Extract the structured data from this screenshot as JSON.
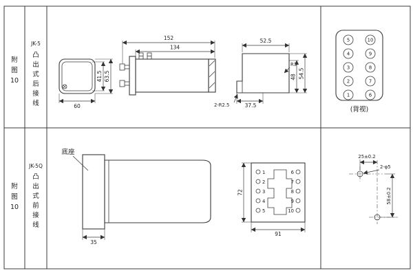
{
  "sidebar": {
    "fig1": [
      "附",
      "图",
      "10"
    ],
    "fig2": [
      "附",
      "图",
      "10"
    ],
    "model1": [
      "JK-5",
      "凸",
      "出",
      "式",
      "后",
      "接",
      "线"
    ],
    "model2": [
      "JK-5Q",
      "凸",
      "出",
      "式",
      "前",
      "接",
      "线"
    ]
  },
  "top": {
    "front": {
      "w": "60",
      "h_inner": "41.5",
      "h_outer": "63.5"
    },
    "side": {
      "l1": "152",
      "l2": "134"
    },
    "profile": {
      "w": "52.5",
      "r": "R3",
      "h1": "48",
      "h2": "54.5",
      "note": "2-R2.5",
      "w2": "37.5"
    },
    "terminals": {
      "left": [
        "5",
        "4",
        "3",
        "2",
        "1"
      ],
      "right": [
        "10",
        "9",
        "8",
        "7",
        "6"
      ],
      "caption": "(背视)"
    }
  },
  "bottom": {
    "base": {
      "label": "底座",
      "depth": "35"
    },
    "panel": {
      "h": "72",
      "w": "91",
      "left": [
        "1",
        "2",
        "3",
        "4",
        "5"
      ],
      "right": [
        "6",
        "7",
        "8",
        "9",
        "10"
      ]
    },
    "drill": {
      "d1": "25±0.2",
      "d2": "2-φ5",
      "d3": "58±0.2"
    }
  }
}
